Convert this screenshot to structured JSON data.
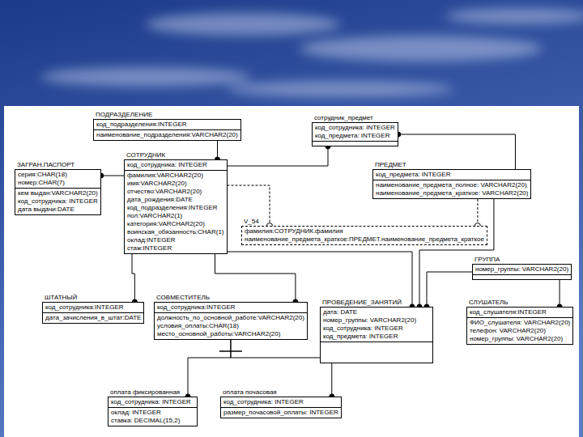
{
  "diagram": {
    "nodes": [
      {
        "text": [
          "ПОДРАЗДЕЛЕНИЕ",
          "код_подразделения:INTEGER",
          "наименование_подразделения:VARCHAR2(20)"
        ]
      },
      {
        "text": [
          "сотрудник_предмет",
          "код_сотрудника: INTEGER",
          "код_предмета: INTEGER"
        ]
      },
      {
        "text": [
          "СОТРУДНИК",
          "код_сотрудника: INTEGER",
          "фамилия:VARCHAR2(20)",
          "имя:VARCHAR2(20)",
          "отчество:VARCHAR2(20)",
          "дата_рождения:DATE",
          "код_подразделения:INTEGER",
          "пол:VARCHAR2(1)",
          "категория:VARCHAR2(20)",
          "воинская_обязанность:CHAR(1)",
          "оклад:INTEGER",
          "стаж:INTEGER"
        ]
      },
      {
        "text": [
          "ЗАГРАН.ПАСПОРТ",
          "серия:CHAR(18)",
          "номер:CHAR(7)",
          "кем выдан:VARCHAR2(20)",
          "код_сотрудника: INTEGER",
          "дата выдачи:DATE"
        ]
      },
      {
        "text": [
          "ПРЕДМЕТ",
          "код_предмета: INTEGER",
          "наименование_предмета_полное: VARCHAR2(20)",
          "наименование_предмета_краткое: VARCHAR2(20)"
        ]
      },
      {
        "text": [
          "V_54",
          "фамилия:СОТРУДНИК.фамилия",
          "наименование_предмета_краткое:ПРЕДМЕТ.наименование_предмета_краткое"
        ]
      },
      {
        "text": [
          "ГРУППА",
          "номер_группы: VARCHAR2(20)"
        ]
      },
      {
        "text": [
          "ШТАТНЫЙ",
          "код_сотрудника:INTEGER",
          "дата_зачисления_в_штат:DATE"
        ]
      },
      {
        "text": [
          "СОВМЕСТИТЕЛЬ",
          "код_сотрудника:INTEGER",
          "должность_по_основной_работе:VARCHAR2(20)",
          "условия_оплаты:CHAR(18)",
          "место_основной_работы:VARCHAR2(20)"
        ]
      },
      {
        "text": [
          "ПРОВЕДЕНИЕ_ЗАНЯТИЙ",
          "дата: DATE",
          "номер_группы: VARCHAR2(20)",
          "код_сотрудника: INTEGER",
          "код_предмета: INTEGER"
        ]
      },
      {
        "text": [
          "СЛУШАТЕЛЬ",
          "код_слушателя:INTEGER",
          "ФИО_слушателя: VARCHAR2(20)",
          "телефон: VARCHAR2(20)",
          "номер_группы: VARCHAR2(20)"
        ]
      },
      {
        "text": [
          "оплата фиксированная",
          "код_сотрудника: INTEGER",
          "оклад: INTEGER",
          "ставка: DECIMAL(15,2)"
        ]
      },
      {
        "text": [
          "оплата почасовая",
          "код_сотрудника: INTEGER",
          "размер_почасовой_оплаты: INTEGER"
        ]
      }
    ],
    "edges": [
      {
        "from": 0,
        "to": 2,
        "arrow": "to"
      },
      {
        "from": 2,
        "to": 1,
        "arrow": "to"
      },
      {
        "from": 4,
        "to": 1,
        "arrow": "to"
      },
      {
        "from": 2,
        "to": 3,
        "arrow": "to"
      },
      {
        "from": 2,
        "to": 5,
        "arrow": "to"
      },
      {
        "from": 4,
        "to": 5,
        "arrow": "to"
      },
      {
        "from": 2,
        "to": 7,
        "arrow": "to"
      },
      {
        "from": 2,
        "to": 8,
        "arrow": "to"
      },
      {
        "from": 2,
        "to": 9,
        "arrow": "to"
      },
      {
        "from": 4,
        "to": 9,
        "arrow": "to"
      },
      {
        "from": 6,
        "to": 9,
        "arrow": "to"
      },
      {
        "from": 6,
        "to": 10,
        "arrow": "to"
      },
      {
        "from": 8,
        "to": 11,
        "arrow": "to"
      },
      {
        "from": 8,
        "to": 12,
        "arrow": "to"
      }
    ]
  }
}
